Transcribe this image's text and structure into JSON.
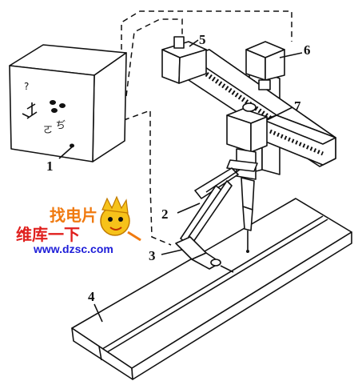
{
  "labels": {
    "l1": "1",
    "l2": "2",
    "l3": "3",
    "l4": "4",
    "l5": "5",
    "l6": "6",
    "l7": "7"
  },
  "watermark": {
    "top_text": "找电片",
    "brand_text": "维库一下",
    "url": "www.dzsc.com",
    "colors": {
      "orange": "#f07a10",
      "red": "#e0201e",
      "blue": "#1d1dd8",
      "gold": "#f6c21a"
    }
  }
}
